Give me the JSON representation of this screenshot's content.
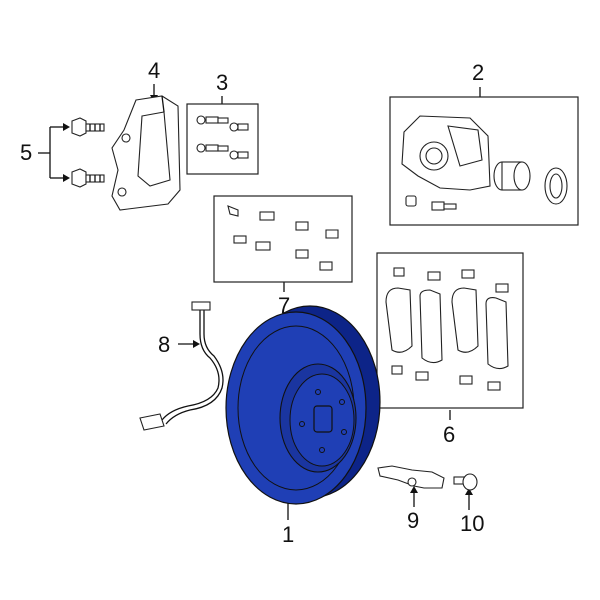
{
  "callouts": [
    {
      "id": "1",
      "label": "1"
    },
    {
      "id": "2",
      "label": "2"
    },
    {
      "id": "3",
      "label": "3"
    },
    {
      "id": "4",
      "label": "4"
    },
    {
      "id": "5",
      "label": "5"
    },
    {
      "id": "6",
      "label": "6"
    },
    {
      "id": "7",
      "label": "7"
    },
    {
      "id": "8",
      "label": "8"
    },
    {
      "id": "9",
      "label": "9"
    },
    {
      "id": "10",
      "label": "10"
    }
  ],
  "colors": {
    "highlight_fill": "#1f3fb5",
    "highlight_dark": "#0d2488",
    "outline": "#222222"
  }
}
